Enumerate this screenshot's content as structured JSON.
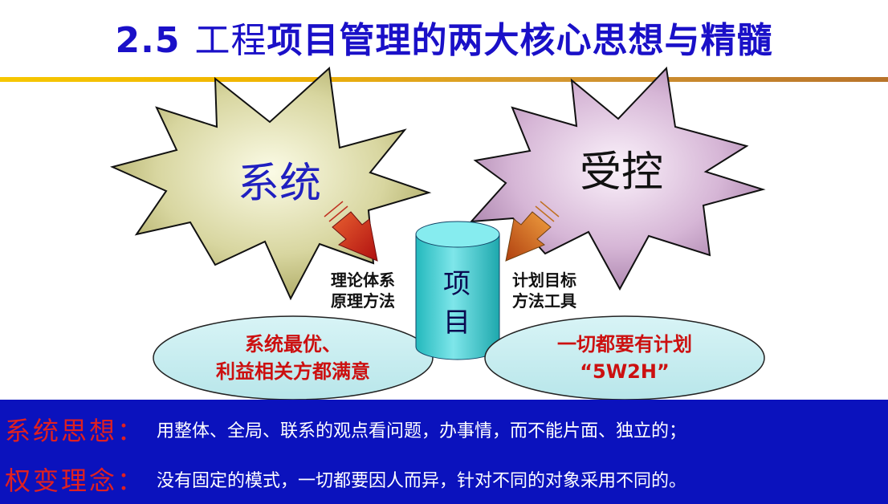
{
  "title": {
    "number": "2.5",
    "lead": "工程",
    "main": "项目管理的两大核心思想与精髓"
  },
  "burst_left": {
    "label": "系统",
    "color": "#2020c0"
  },
  "burst_right": {
    "label": "受控",
    "color": "#111111"
  },
  "cylinder": {
    "line1": "项",
    "line2": "目"
  },
  "left_note": {
    "line1": "理论体系",
    "line2": "原理方法"
  },
  "right_note": {
    "line1": "计划目标",
    "line2": "方法工具"
  },
  "ellipse_left": {
    "line1": "系统最优、",
    "line2": "利益相关方都满意"
  },
  "ellipse_right": {
    "line1": "一切都要有计划",
    "line2": "“5W2H”"
  },
  "bottom": {
    "row1": {
      "label": "系统思想：",
      "text": "用整体、全局、联系的观点看问题，办事情，而不能片面、独立的；"
    },
    "row2": {
      "label": "权变理念：",
      "text": "没有固定的模式，一切都要因人而异，针对不同的对象采用不同的。"
    }
  },
  "colors": {
    "title": "#1a10c8",
    "panel": "#0b12bd",
    "panel_label": "#e02020",
    "ellipse_text": "#cc1010"
  }
}
